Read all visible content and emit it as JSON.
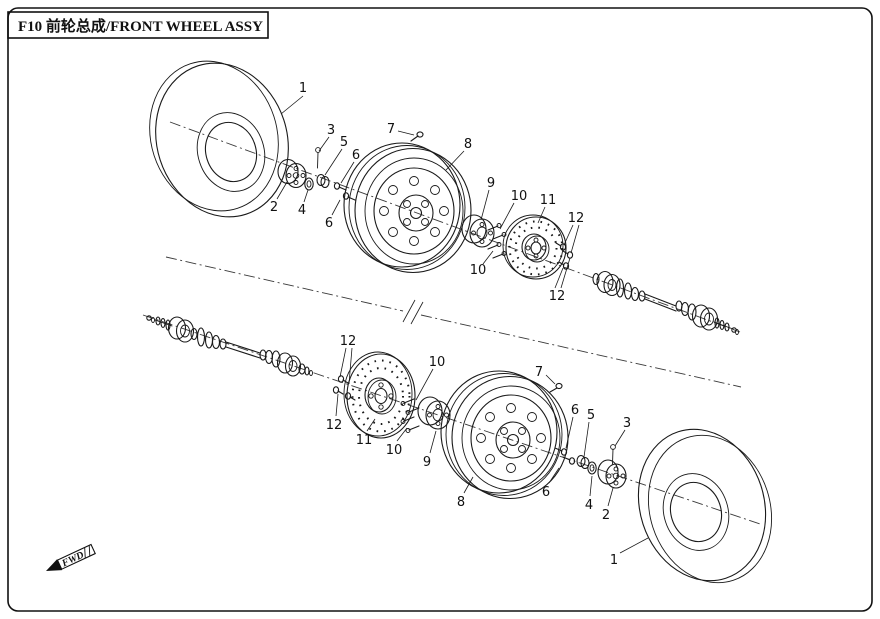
{
  "title_block": {
    "text": "F10 前轮总成/FRONT WHEEL ASSY"
  },
  "direction_indicator": {
    "label": "FWD"
  },
  "assemblies": {
    "upper": {
      "callouts": [
        "1",
        "3",
        "5",
        "6",
        "7",
        "8",
        "2",
        "4",
        "6",
        "9",
        "10",
        "11",
        "12",
        "10",
        "12"
      ]
    },
    "lower": {
      "callouts": [
        "12",
        "10",
        "7",
        "12",
        "11",
        "10",
        "9",
        "6",
        "5",
        "3",
        "8",
        "6",
        "4",
        "2",
        "1"
      ]
    }
  }
}
